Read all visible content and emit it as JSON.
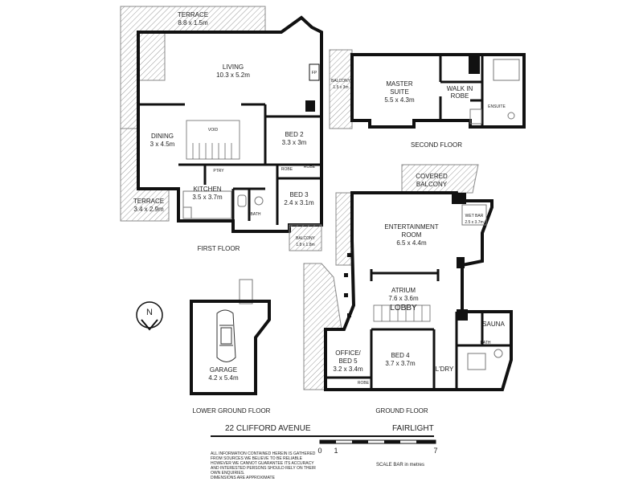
{
  "rooms": {
    "terrace_top": {
      "name": "TERRACE",
      "size": "8.8 x 1.5m"
    },
    "living": {
      "name": "LIVING",
      "size": "10.3 x 5.2m"
    },
    "fp": "FP",
    "dining": {
      "name": "DINING",
      "size": "3 x 4.5m"
    },
    "void": "VOID",
    "bed2": {
      "name": "BED 2",
      "size": "3.3 x 3m"
    },
    "robe_bed2": "ROBE",
    "robe_bed3": "ROBE",
    "ptry": "PTRY",
    "kitchen": {
      "name": "KITCHEN",
      "size": "3.5 x 3.7m"
    },
    "terrace_left": {
      "name": "TERRACE",
      "size": "3.4 x 2.9m"
    },
    "bath_first": "BATH",
    "bed3": {
      "name": "BED 3",
      "size": "2.4 x 3.1m"
    },
    "balcony_first": {
      "name": "BALCONY",
      "size": "1.8 x 1.8m"
    },
    "balcony_second": {
      "name": "BALCONY",
      "size": "1.5 x 3m"
    },
    "master": {
      "name1": "MASTER",
      "name2": "SUITE",
      "size": "5.5 x 4.3m"
    },
    "walkin": {
      "name1": "WALK IN",
      "name2": "ROBE"
    },
    "ensuite": "ENSUITE",
    "covered_balcony": {
      "name1": "COVERED",
      "name2": "BALCONY"
    },
    "entertainment": {
      "name1": "ENTERTAINMENT",
      "name2": "ROOM",
      "size": "6.5 x 4.4m"
    },
    "wetbar": {
      "name": "WET BAR",
      "size": "2.5 x 3.7m"
    },
    "atrium": {
      "name": "ATRIUM",
      "size": "7.6 x 3.6m",
      "name2": "LOBBY"
    },
    "sauna": "SAUNA",
    "bath_ground": "BATH",
    "office": {
      "name1": "OFFICE/",
      "name2": "BED 5",
      "size": "3.2 x 3.4m"
    },
    "bed4": {
      "name": "BED 4",
      "size": "3.7 x 3.7m"
    },
    "ldry": "L'DRY",
    "robe_ground": "ROBE",
    "garage": {
      "name": "GARAGE",
      "size": "4.2 x 5.4m"
    }
  },
  "floor_labels": {
    "first": "FIRST FLOOR",
    "second": "SECOND FLOOR",
    "lower_ground": "LOWER GROUND FLOOR",
    "ground": "GROUND FLOOR"
  },
  "compass": "N",
  "address": {
    "street": "22 CLIFFORD AVENUE",
    "suburb": "FAIRLIGHT"
  },
  "disclaimer": [
    "ALL INFORMATION CONTAINED HEREIN IS GATHERED",
    "FROM SOURCES WE BELIEVE TO BE RELIABLE",
    "HOWEVER WE CANNOT GUARANTEE ITS ACCURACY",
    "AND INTERESTED PERSONS SHOULD RELY ON THEIR",
    "OWN ENQUIRIES.",
    "DIMENSIONS ARE APPROXIMATE"
  ],
  "scale": {
    "ticks": [
      "0",
      "1",
      "7"
    ],
    "label": "SCALE BAR in metres"
  },
  "colors": {
    "wall": "#111111",
    "line": "#555555",
    "hatch": "#999999"
  }
}
